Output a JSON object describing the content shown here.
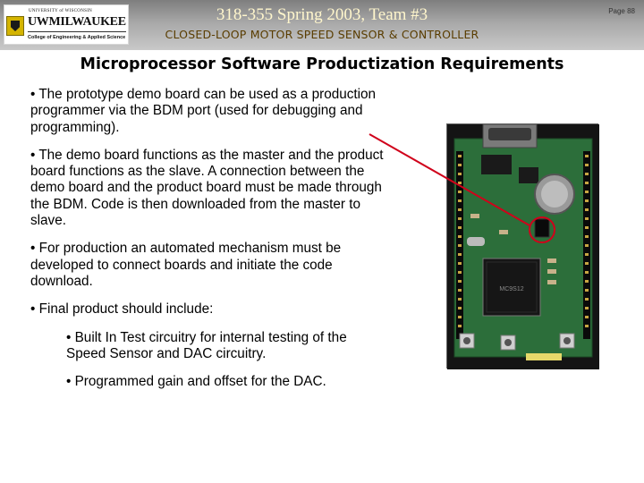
{
  "header": {
    "logo": {
      "top_text": "UNIVERSITY of WISCONSIN",
      "main_text": "UWMILWAUKEE",
      "sub_text": "College of Engineering & Applied Science"
    },
    "title": "318-355 Spring 2003, Team #3",
    "subtitle": "CLOSED-LOOP MOTOR SPEED SENSOR & CONTROLLER",
    "page": "Page 88"
  },
  "slide": {
    "title": "Microprocessor Software Productization Requirements",
    "bullets": [
      "• The prototype demo board can be used as a production programmer via the BDM port (used for debugging and programming).",
      "• The demo board functions as the master and the product board functions as the slave.  A connection between the demo board and the product board must be made through the BDM. Code is then downloaded from the master to slave.",
      "• For production an automated mechanism must be developed to connect boards and initiate the code download.",
      "• Final product should include:"
    ],
    "sub_bullets": [
      "• Built In Test circuitry for internal testing of the Speed Sensor and DAC circuitry.",
      "• Programmed gain and offset for the DAC."
    ]
  },
  "photo": {
    "chip_label": "MC9S12",
    "colors": {
      "pcb": "#2c6e3a",
      "annotation": "#d0021b"
    }
  }
}
